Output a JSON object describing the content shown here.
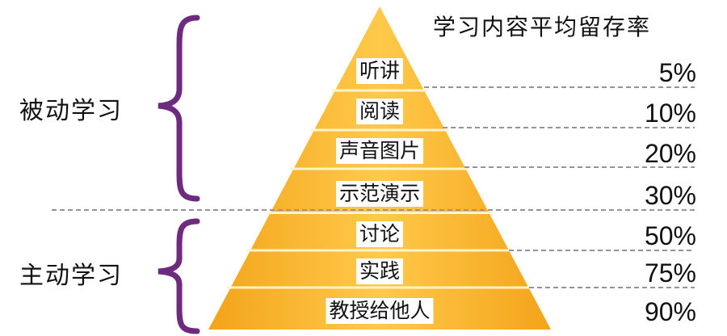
{
  "title": "学习内容平均留存率",
  "groups": [
    {
      "label": "被动学习"
    },
    {
      "label": "主动学习"
    }
  ],
  "levels": [
    {
      "name": "听讲",
      "retention": "5%"
    },
    {
      "name": "阅读",
      "retention": "10%"
    },
    {
      "name": "声音图片",
      "retention": "20%"
    },
    {
      "name": "示范演示",
      "retention": "30%"
    },
    {
      "name": "讨论",
      "retention": "50%"
    },
    {
      "name": "实践",
      "retention": "75%"
    },
    {
      "name": "教授给他人",
      "retention": "90%"
    }
  ],
  "colors": {
    "pyramid_fill": "#F6A81E",
    "pyramid_highlight": "#FFE8A8",
    "band_line": "#FFF3CC",
    "brace": "#6E2A7E",
    "dash": "#9A8FA8"
  }
}
